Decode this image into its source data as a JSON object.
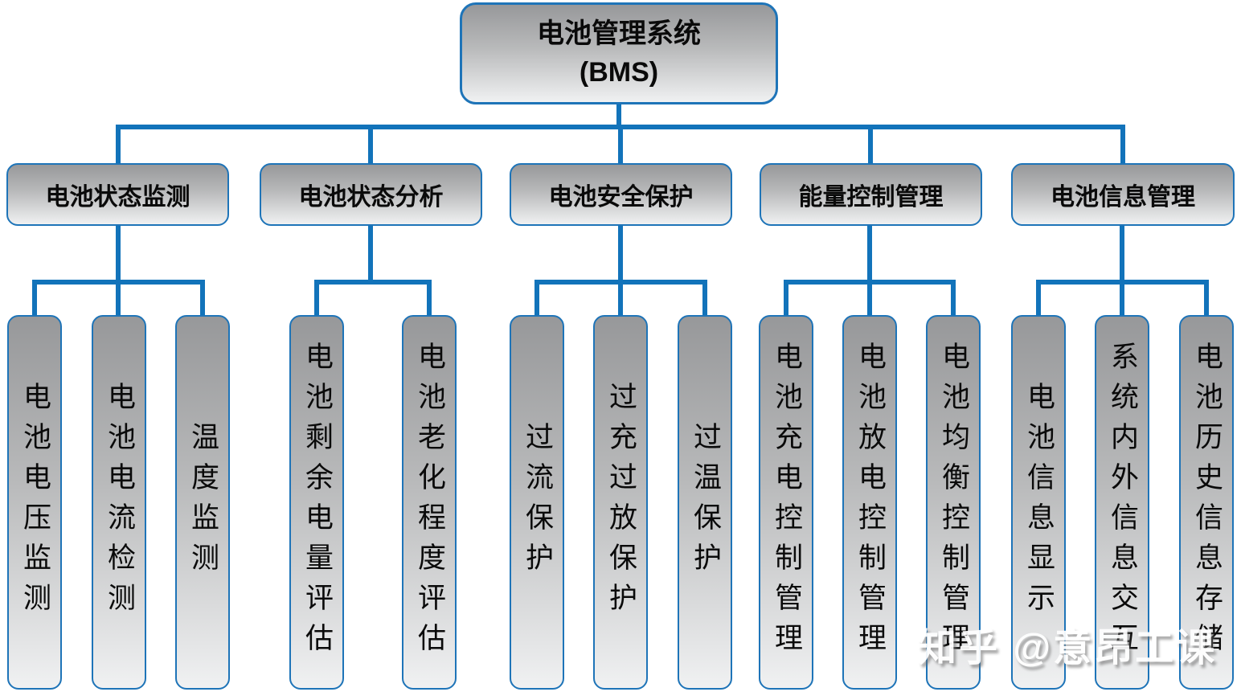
{
  "root": {
    "line1": "电池管理系统",
    "line2": "(BMS)"
  },
  "groups": [
    {
      "label": "电池状态监测",
      "children": [
        "电池电压监测",
        "电池电流检测",
        "温度监测"
      ]
    },
    {
      "label": "电池状态分析",
      "children": [
        "电池剩余电量评估",
        "电池老化程度评估"
      ]
    },
    {
      "label": "电池安全保护",
      "children": [
        "过流保护",
        "过充过放保护",
        "过温保护"
      ]
    },
    {
      "label": "能量控制管理",
      "children": [
        "电池充电控制管理",
        "电池放电控制管理",
        "电池均衡控制管理"
      ]
    },
    {
      "label": "电池信息管理",
      "children": [
        "电池信息显示",
        "系统内外信息交互",
        "电池历史信息存储"
      ]
    }
  ],
  "watermark": {
    "text": "知乎 @意昂工课"
  },
  "colors": {
    "line": "#1273BA",
    "box_border": "#1E74B8",
    "box_gradient_top": "#97989A",
    "box_gradient_bottom": "#F0F1F2",
    "text": "#0A0A0A",
    "watermark": "#FFFFFF"
  }
}
